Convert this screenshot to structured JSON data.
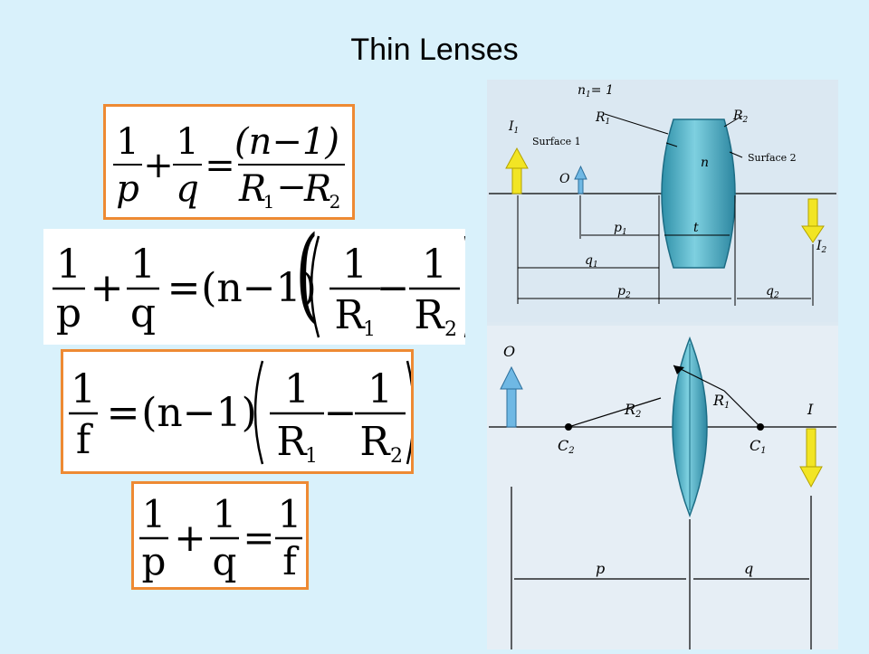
{
  "title": "Thin Lenses",
  "equations": {
    "lensmaker_radii": {
      "one": "1",
      "p": "p",
      "q": "q",
      "n_minus_1": "(n−1)",
      "R1": "R",
      "R2": "R",
      "sub1": "1",
      "sub2": "2"
    },
    "lensmaker_inverse": {
      "one": "1",
      "p": "p",
      "q": "q",
      "n_minus_1": "(n−1)",
      "R": "R",
      "sub1": "1",
      "sub2": "2"
    },
    "focal_length": {
      "one": "1",
      "f": "f",
      "n_minus_1": "(n−1)",
      "R": "R",
      "sub1": "1",
      "sub2": "2"
    },
    "thin_lens": {
      "one": "1",
      "p": "p",
      "q": "q",
      "f": "f"
    }
  },
  "figure_top": {
    "n1": "n",
    "n1_sub": "1",
    "n1_value": "= 1",
    "R1": "R",
    "R1_sub": "1",
    "R2": "R",
    "R2_sub": "2",
    "surface1": "Surface 1",
    "surface2": "Surface 2",
    "n": "n",
    "I1": "I",
    "I1_sub": "1",
    "O": "O",
    "I2": "I",
    "I2_sub": "2",
    "p1": "p",
    "p1_sub": "1",
    "t": "t",
    "q1": "q",
    "q1_sub": "1",
    "p2": "p",
    "p2_sub": "2",
    "q2": "q",
    "q2_sub": "2"
  },
  "figure_bottom": {
    "O": "O",
    "R2": "R",
    "R2_sub": "2",
    "R1": "R",
    "R1_sub": "1",
    "I": "I",
    "C2": "C",
    "C2_sub": "2",
    "C1": "C",
    "C1_sub": "1",
    "p": "p",
    "q": "q"
  },
  "colors": {
    "background": "#d9f1fb",
    "box_border": "#ee8a33",
    "lens": "#4fb4c8",
    "arrow_yellow": "#f2e524",
    "arrow_blue": "#6fb8e4"
  }
}
